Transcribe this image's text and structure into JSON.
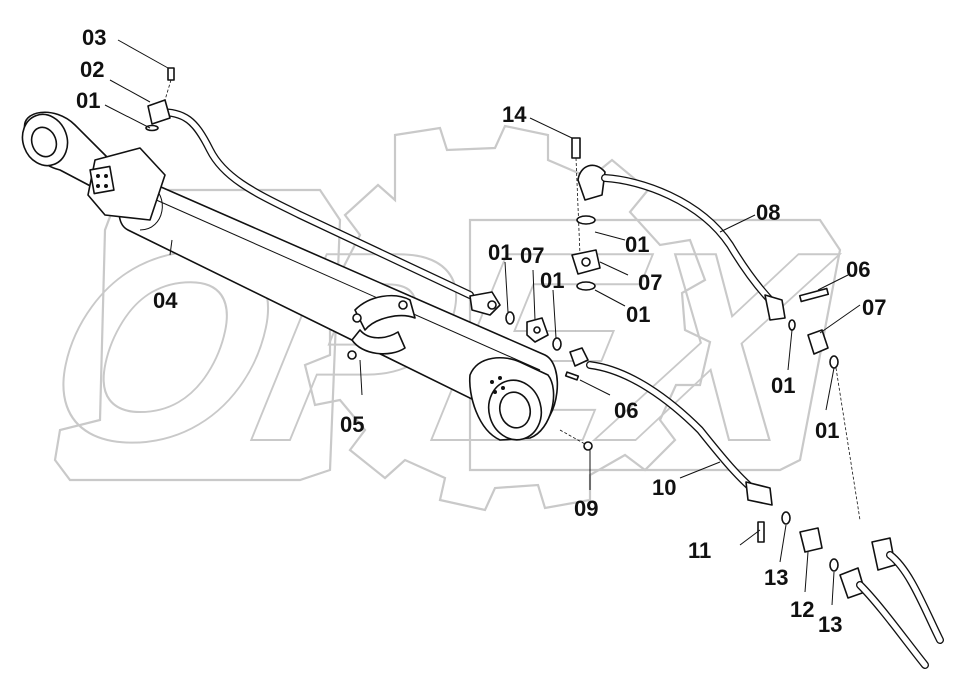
{
  "watermark": {
    "text": "OPEX"
  },
  "callouts": [
    {
      "id": "c03a",
      "text": "03"
    },
    {
      "id": "c02a",
      "text": "02"
    },
    {
      "id": "c01a",
      "text": "01"
    },
    {
      "id": "c04",
      "text": "04"
    },
    {
      "id": "c05",
      "text": "05"
    },
    {
      "id": "c14",
      "text": "14"
    },
    {
      "id": "c01b",
      "text": "01"
    },
    {
      "id": "c07a",
      "text": "07"
    },
    {
      "id": "c01c",
      "text": "01"
    },
    {
      "id": "c01d",
      "text": "01"
    },
    {
      "id": "c07b",
      "text": "07"
    },
    {
      "id": "c01e",
      "text": "01"
    },
    {
      "id": "c08",
      "text": "08"
    },
    {
      "id": "c06a",
      "text": "06"
    },
    {
      "id": "c07c",
      "text": "07"
    },
    {
      "id": "c01f",
      "text": "01"
    },
    {
      "id": "c01g",
      "text": "01"
    },
    {
      "id": "c06b",
      "text": "06"
    },
    {
      "id": "c10",
      "text": "10"
    },
    {
      "id": "c09",
      "text": "09"
    },
    {
      "id": "c11",
      "text": "11"
    },
    {
      "id": "c13a",
      "text": "13"
    },
    {
      "id": "c12",
      "text": "12"
    },
    {
      "id": "c13b",
      "text": "13"
    }
  ]
}
